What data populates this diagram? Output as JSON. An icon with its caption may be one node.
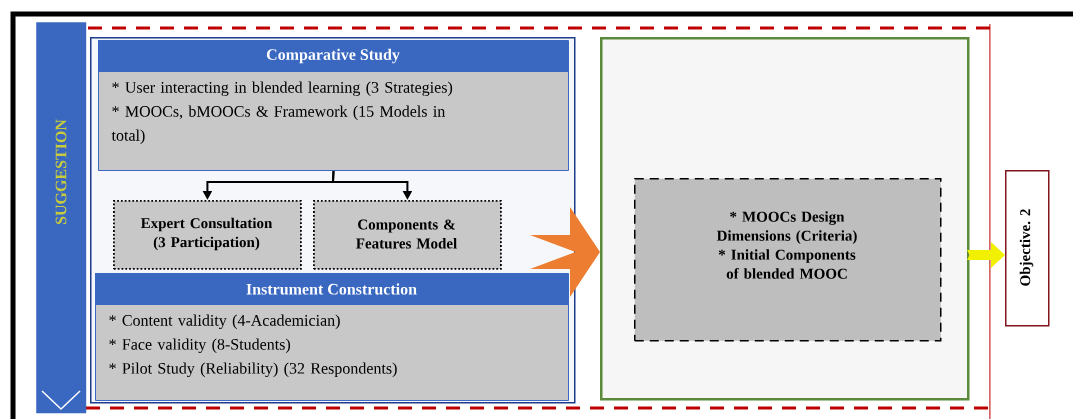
{
  "diagram": {
    "nodes": [
      {
        "text": [
          "SUGGESTION"
        ]
      },
      {
        "text": [],
        "shape": "box"
      },
      {
        "text": [
          "Comparative Study",
          "* User interacting in blended learning (3 Strategies)",
          "* MOOCs, bMOOCs & Framework (15 Models in total)"
        ],
        "in": 1
      },
      {
        "text": [
          "Expert Consultation (3 Participation)"
        ],
        "in": 1
      },
      {
        "text": [
          "Components & Features Model"
        ],
        "in": 1
      },
      {
        "text": [
          "Instrument Construction",
          "* Content validity (4-Academician)",
          "* Face validity (8-Students)",
          "* Pilot Study (Reliability) (32 Respondents)"
        ],
        "in": 1
      },
      {
        "text": [],
        "shape": "box"
      },
      {
        "text": [
          "* MOOCs Design Dimensions (Criteria)",
          "* Initial Components of blended MOOC"
        ],
        "in": 6
      },
      {
        "text": [
          "Objective. 2"
        ]
      }
    ],
    "edges": [
      {
        "from": 2,
        "to": 3,
        "arrow": "to"
      },
      {
        "from": 2,
        "to": 4,
        "arrow": "to"
      },
      {
        "from": 1,
        "to": 6,
        "arrow": "to",
        "style": "thick",
        "color": "#ed7d31"
      },
      {
        "from": 6,
        "to": 8,
        "arrow": "to",
        "style": "thick",
        "color": "#f0f000"
      }
    ]
  }
}
